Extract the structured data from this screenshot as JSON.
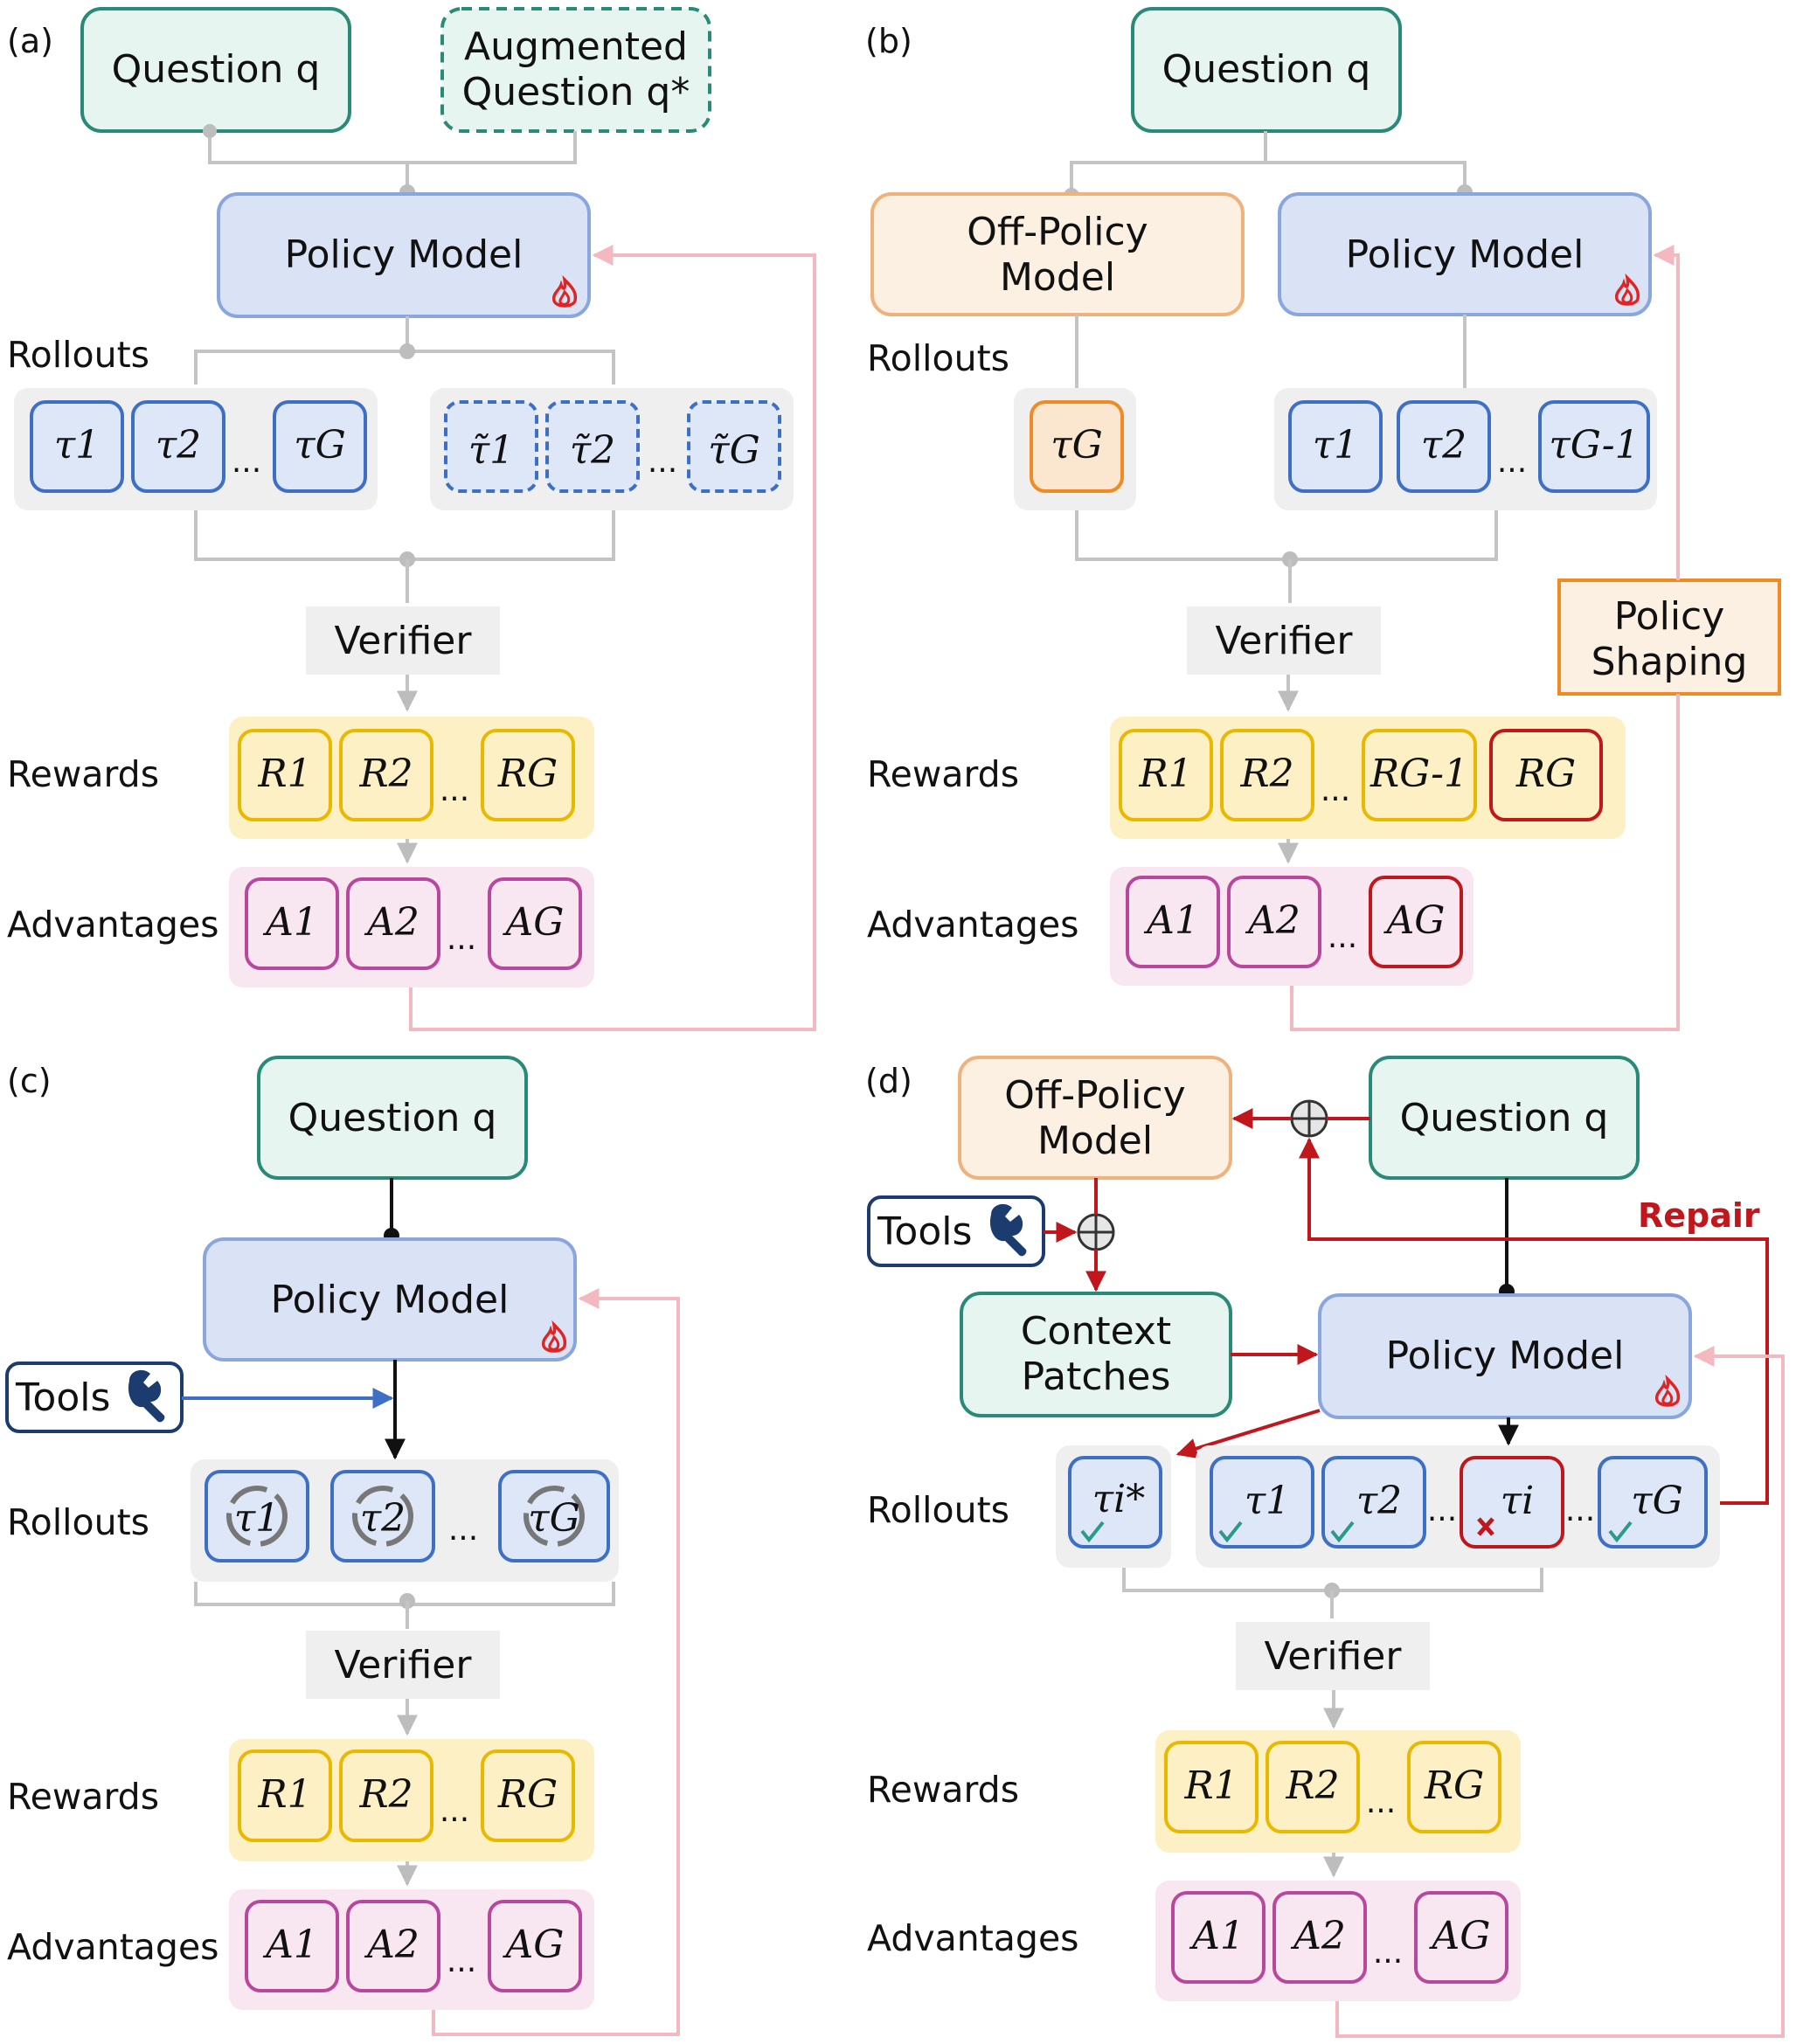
{
  "panels": {
    "a": {
      "label": "(a)",
      "question": "Question q",
      "augmented": [
        "Augmented",
        "Question q*"
      ],
      "policy": "Policy Model",
      "rollouts_label": "Rollouts",
      "rollouts": [
        "τ1",
        "τ2",
        "τG"
      ],
      "aug_rollouts": [
        "τ̃1",
        "τ̃2",
        "τ̃G"
      ],
      "verifier": "Verifier",
      "rewards_label": "Rewards",
      "rewards": [
        "R1",
        "R2",
        "RG"
      ],
      "advantages_label": "Advantages",
      "advantages": [
        "A1",
        "A2",
        "AG"
      ]
    },
    "b": {
      "label": "(b)",
      "question": "Question q",
      "offpolicy": [
        "Off-Policy",
        "Model"
      ],
      "policy": "Policy Model",
      "rollouts_label": "Rollouts",
      "off_rollout": "τG",
      "rollouts": [
        "τ1",
        "τ2",
        "τG-1"
      ],
      "verifier": "Verifier",
      "shaping": [
        "Policy",
        "Shaping"
      ],
      "rewards_label": "Rewards",
      "rewards": [
        "R1",
        "R2",
        "RG-1",
        "RG"
      ],
      "advantages_label": "Advantages",
      "advantages": [
        "A1",
        "A2",
        "AG"
      ]
    },
    "c": {
      "label": "(c)",
      "question": "Question q",
      "policy": "Policy Model",
      "tools": "Tools",
      "rollouts_label": "Rollouts",
      "rollouts": [
        "τ1",
        "τ2",
        "τG"
      ],
      "verifier": "Verifier",
      "rewards_label": "Rewards",
      "rewards": [
        "R1",
        "R2",
        "RG"
      ],
      "advantages_label": "Advantages",
      "advantages": [
        "A1",
        "A2",
        "AG"
      ]
    },
    "d": {
      "label": "(d)",
      "offpolicy": [
        "Off-Policy",
        "Model"
      ],
      "question": "Question q",
      "tools": "Tools",
      "repair": "Repair",
      "context": [
        "Context",
        "Patches"
      ],
      "policy": "Policy Model",
      "rollouts_label": "Rollouts",
      "repaired": "τi*",
      "rollouts": [
        "τ1",
        "τ2",
        "τi",
        "τG"
      ],
      "verifier": "Verifier",
      "rewards_label": "Rewards",
      "rewards": [
        "R1",
        "R2",
        "RG"
      ],
      "advantages_label": "Advantages",
      "advantages": [
        "A1",
        "A2",
        "AG"
      ]
    },
    "ellipsis": "..."
  },
  "colors": {
    "question_fill": "#e6f5ef",
    "question_stroke": "#2a8a78",
    "policy_fill": "#dae3f5",
    "policy_stroke": "#8aa6de",
    "offpolicy_fill": "#fbf0e2",
    "offpolicy_stroke": "#f0b27a",
    "rollout_stroke": "#3d6fc7",
    "rollout_fill": "#dde7f7",
    "reward_band": "#fdf0c4",
    "reward_stroke": "#e9b800",
    "adv_band": "#f8e6f0",
    "adv_stroke": "#b8479d",
    "red": "#c0171d",
    "feedback_pink": "#f4b8c1",
    "connector_gray": "#c4c4c4"
  },
  "icons": [
    "fire-icon",
    "wrench-icon",
    "cycle-icon",
    "check-icon",
    "cross-icon",
    "xor-icon"
  ]
}
